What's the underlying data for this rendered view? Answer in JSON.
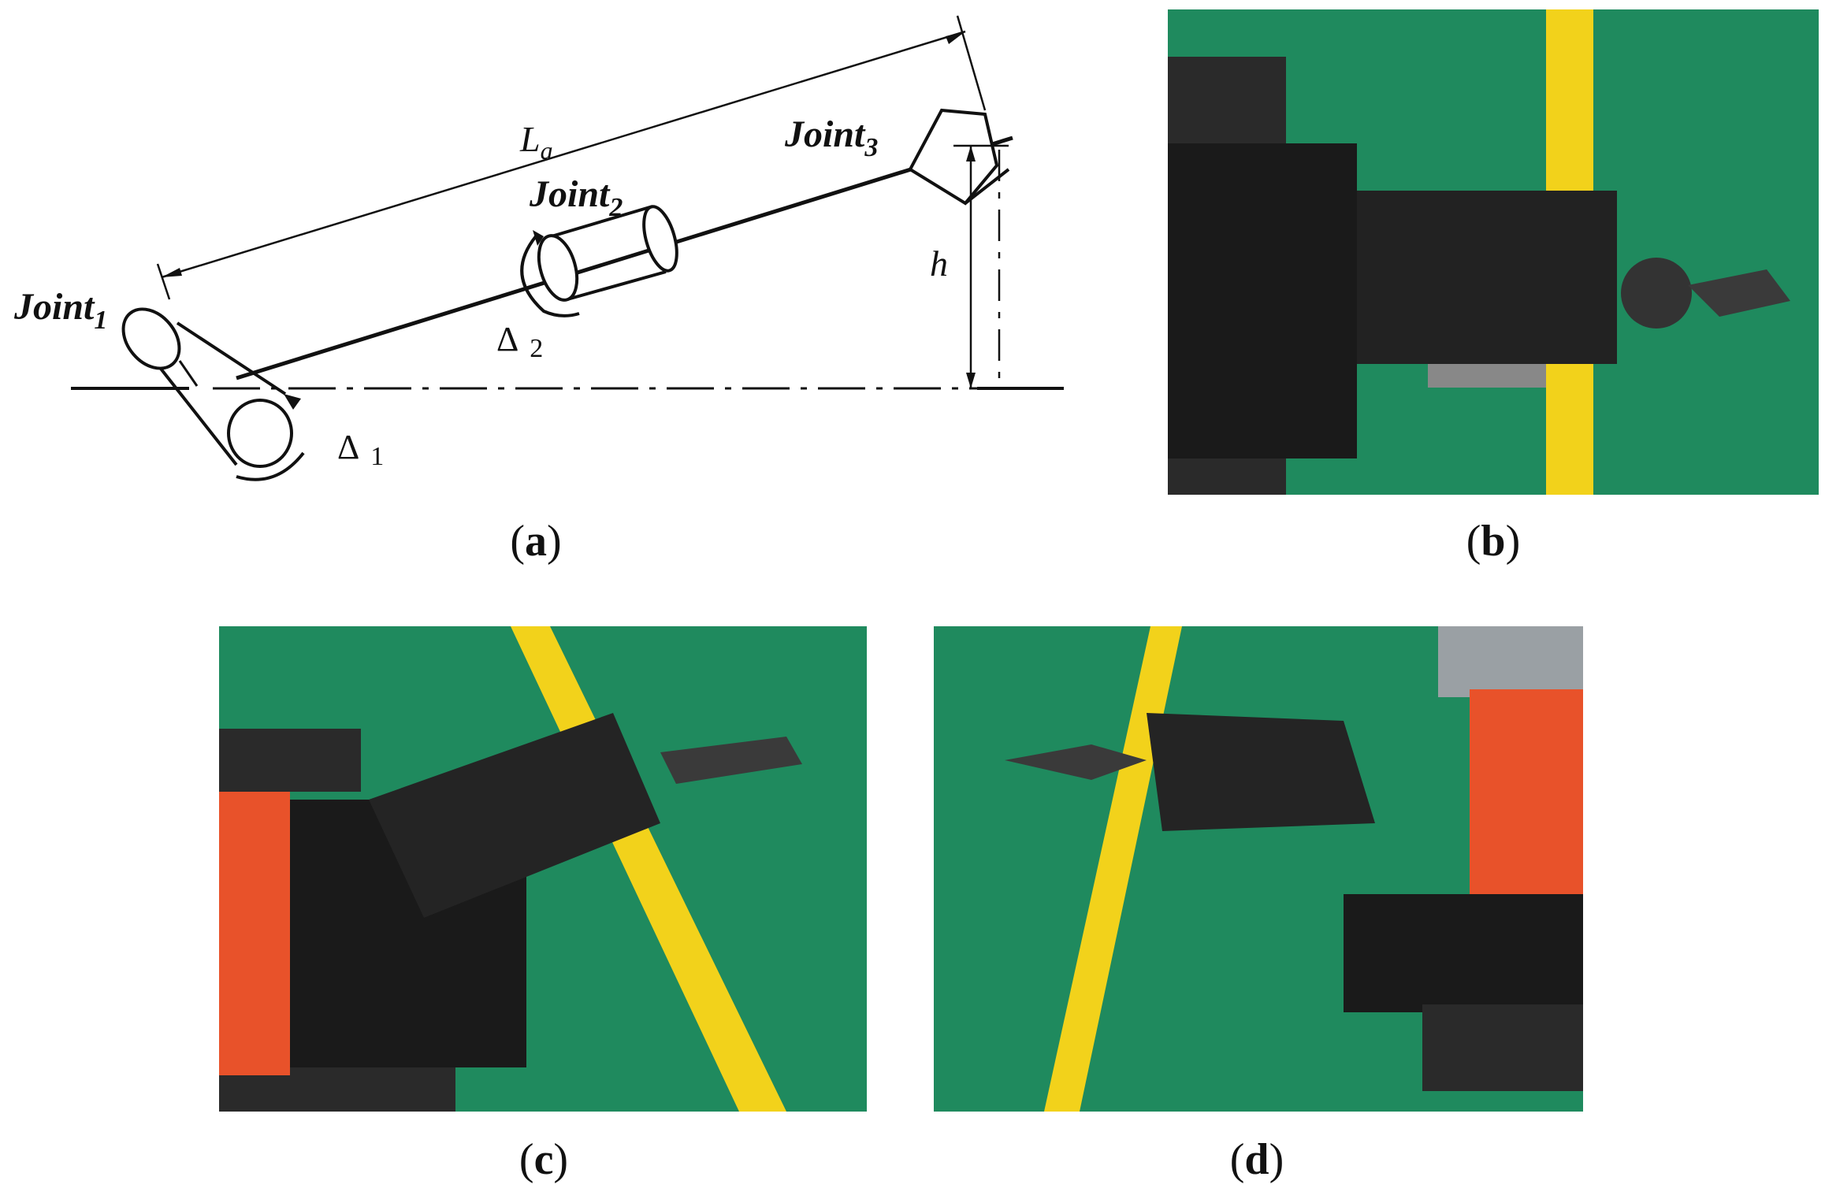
{
  "figure": {
    "panels": [
      {
        "id": "a",
        "caption_letter": "a"
      },
      {
        "id": "b",
        "caption_letter": "b"
      },
      {
        "id": "c",
        "caption_letter": "c"
      },
      {
        "id": "d",
        "caption_letter": "d"
      }
    ]
  },
  "diagram": {
    "joint1": {
      "base": "Joint",
      "sub": "1"
    },
    "joint2": {
      "base": "Joint",
      "sub": "2"
    },
    "joint3": {
      "base": "Joint",
      "sub": "3"
    },
    "length_label": {
      "base": "L",
      "sub": "a"
    },
    "height_label": "h",
    "delta1": {
      "base": "Δ",
      "sub": "1"
    },
    "delta2": {
      "base": "Δ",
      "sub": "2"
    }
  },
  "colors": {
    "floor_green": "#1f8a5e",
    "floor_green_dark": "#187a52",
    "yellow_line": "#f2d21b",
    "chassis_black": "#1a1a1a",
    "orange_body": "#e8522a",
    "track_dark": "#2a2a2a"
  }
}
